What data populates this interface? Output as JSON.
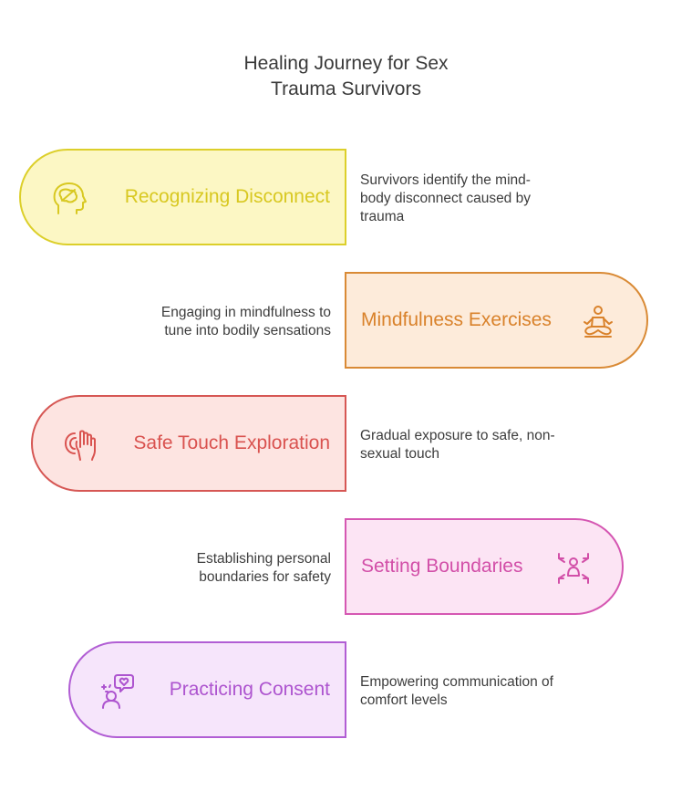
{
  "title": {
    "line1": "Healing Journey for Sex",
    "line2": "Trauma Survivors"
  },
  "steps": [
    {
      "label": "Recognizing Disconnect",
      "icon": "brain-head-icon",
      "desc": [
        "Survivors identify the mind-",
        "body disconnect caused by",
        "trauma"
      ],
      "colors": {
        "fill": "#fcf7c4",
        "stroke": "#dccf2a",
        "text": "#d8c821"
      }
    },
    {
      "label": "Mindfulness Exercises",
      "icon": "meditation-icon",
      "desc": [
        "Engaging in mindfulness to",
        "tune into bodily sensations"
      ],
      "colors": {
        "fill": "#fdebda",
        "stroke": "#d98a35",
        "text": "#d9822b"
      }
    },
    {
      "label": "Safe Touch Exploration",
      "icon": "touch-hand-icon",
      "desc": [
        "Gradual exposure to safe, non-",
        "sexual touch"
      ],
      "colors": {
        "fill": "#fde4e1",
        "stroke": "#d65754",
        "text": "#d9524f"
      }
    },
    {
      "label": "Setting Boundaries",
      "icon": "boundaries-person-icon",
      "desc": [
        "Establishing personal",
        "boundaries for safety"
      ],
      "colors": {
        "fill": "#fce4f4",
        "stroke": "#d557b2",
        "text": "#d24fa8"
      }
    },
    {
      "label": "Practicing Consent",
      "icon": "consent-speech-icon",
      "desc": [
        "Empowering communication of",
        "comfort levels"
      ],
      "colors": {
        "fill": "#f6e5fb",
        "stroke": "#b15ed4",
        "text": "#ad54cf"
      }
    }
  ]
}
